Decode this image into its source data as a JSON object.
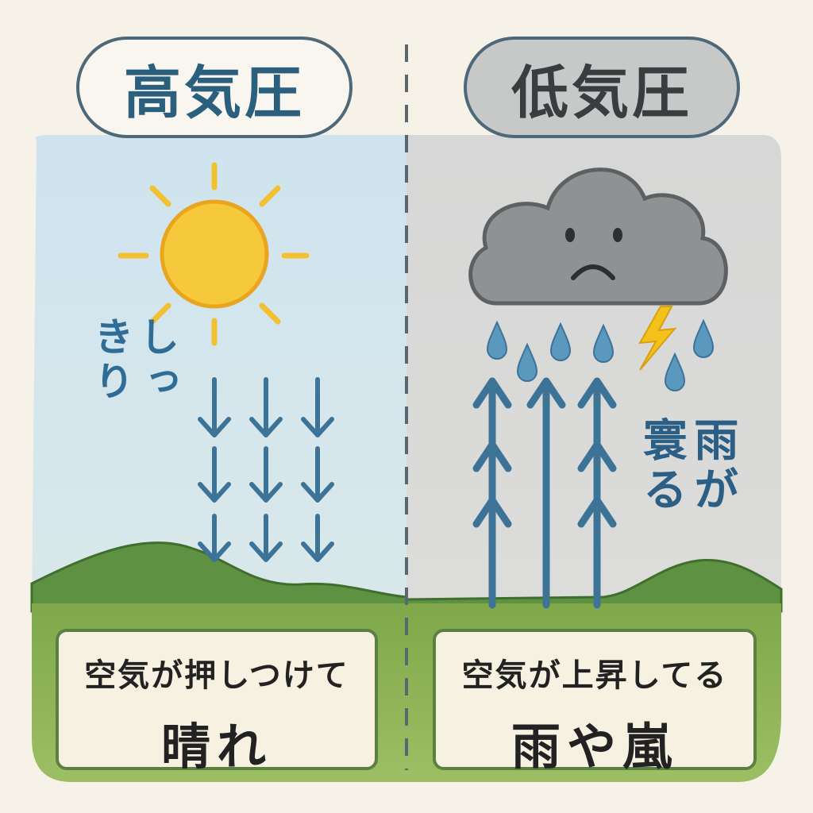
{
  "left": {
    "title": "高気圧",
    "side_label": "しっきり",
    "caption_line1": "空気が押しつけて",
    "caption_line2": "晴れ"
  },
  "right": {
    "title": "低気圧",
    "side_label": "雨が寰る",
    "caption_line1": "空気が上昇してる",
    "caption_line2": "雨や嵐"
  },
  "icons": [
    "sun-icon",
    "cloud-icon",
    "sad-face-icon",
    "lightning-icon",
    "raindrop-icon",
    "down-arrow-icon",
    "up-arrow-icon"
  ],
  "colors": {
    "sky_left": "#d6e8ef",
    "sky_right": "#dcdcda",
    "ground": "#86ad4f",
    "hill": "#5d9140",
    "arrow": "#3e7398",
    "sun": "#f6c93c",
    "cloud": "#8f9293",
    "bolt": "#f2c21a"
  }
}
